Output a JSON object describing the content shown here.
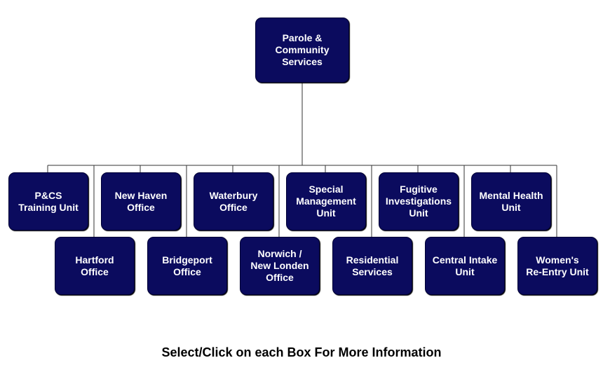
{
  "root": {
    "label": "Parole &\nCommunity\nServices"
  },
  "units": [
    {
      "label": "P&CS\nTraining Unit"
    },
    {
      "label": "Hartford\nOffice"
    },
    {
      "label": "New Haven\nOffice"
    },
    {
      "label": "Bridgeport\nOffice"
    },
    {
      "label": "Waterbury\nOffice"
    },
    {
      "label": "Norwich   /\nNew Londen\nOffice"
    },
    {
      "label": "Special\nManagement\nUnit"
    },
    {
      "label": "Residential\nServices"
    },
    {
      "label": "Fugitive\nInvestigations\nUnit"
    },
    {
      "label": "Central Intake\nUnit"
    },
    {
      "label": "Mental Health\nUnit"
    },
    {
      "label": "Women's\nRe-Entry Unit"
    }
  ],
  "footer": {
    "text": "Select/Click on each Box For More Information"
  },
  "colors": {
    "box_fill": "#0b0b5e",
    "box_text": "#ffffff",
    "connector": "#333333"
  }
}
